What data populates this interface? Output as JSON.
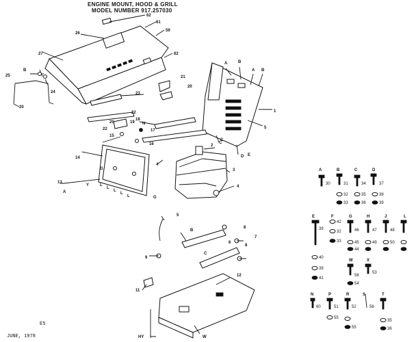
{
  "title": {
    "line1": "ENGINE MOUNT, HOOD & GRILL",
    "line2": "MODEL NUMBER 917.257030"
  },
  "footer": {
    "page": "E5",
    "date": "JUNE, 1978"
  },
  "hood_labels": [
    "62",
    "61",
    "59",
    "26",
    "27",
    "62",
    "25",
    "B",
    "24",
    "20",
    "23",
    "21",
    "22",
    "20",
    "22",
    "20",
    "18"
  ],
  "grill_labels": [
    "A",
    "B",
    "A",
    "B",
    "1",
    "5",
    "C",
    "D",
    "E"
  ],
  "center_labels": [
    "19",
    "17",
    "16",
    "15",
    "14",
    "N",
    "C",
    "4",
    "2",
    "3",
    "4",
    "13",
    "A",
    "Y",
    "L",
    "L",
    "L",
    "L",
    "L",
    "G",
    "G"
  ],
  "lower_labels": [
    "5",
    "B",
    "8",
    "7",
    "8",
    "6",
    "C",
    "9",
    "12",
    "11",
    "HY",
    "W"
  ],
  "hardware_row1": {
    "letters": [
      "A",
      "B",
      "C",
      "D"
    ],
    "numbers": [
      "30",
      "31",
      "34",
      "37",
      "32",
      "35",
      "38",
      "33",
      "36",
      "39"
    ]
  },
  "hardware_row2": {
    "letters": [
      "E",
      "F",
      "G",
      "H",
      "J",
      "L"
    ],
    "numbers": [
      "39",
      "42",
      "46",
      "47",
      "48",
      "32",
      "45",
      "49",
      "33",
      "44",
      "50",
      "40",
      "W",
      "X",
      "39",
      "53",
      "41",
      "58",
      "54"
    ]
  },
  "hardware_row3": {
    "letters": [
      "N",
      "P",
      "R",
      "S",
      "T"
    ],
    "numbers": [
      "60",
      "51",
      "52",
      "56",
      "55",
      "35",
      "55",
      "36"
    ]
  }
}
